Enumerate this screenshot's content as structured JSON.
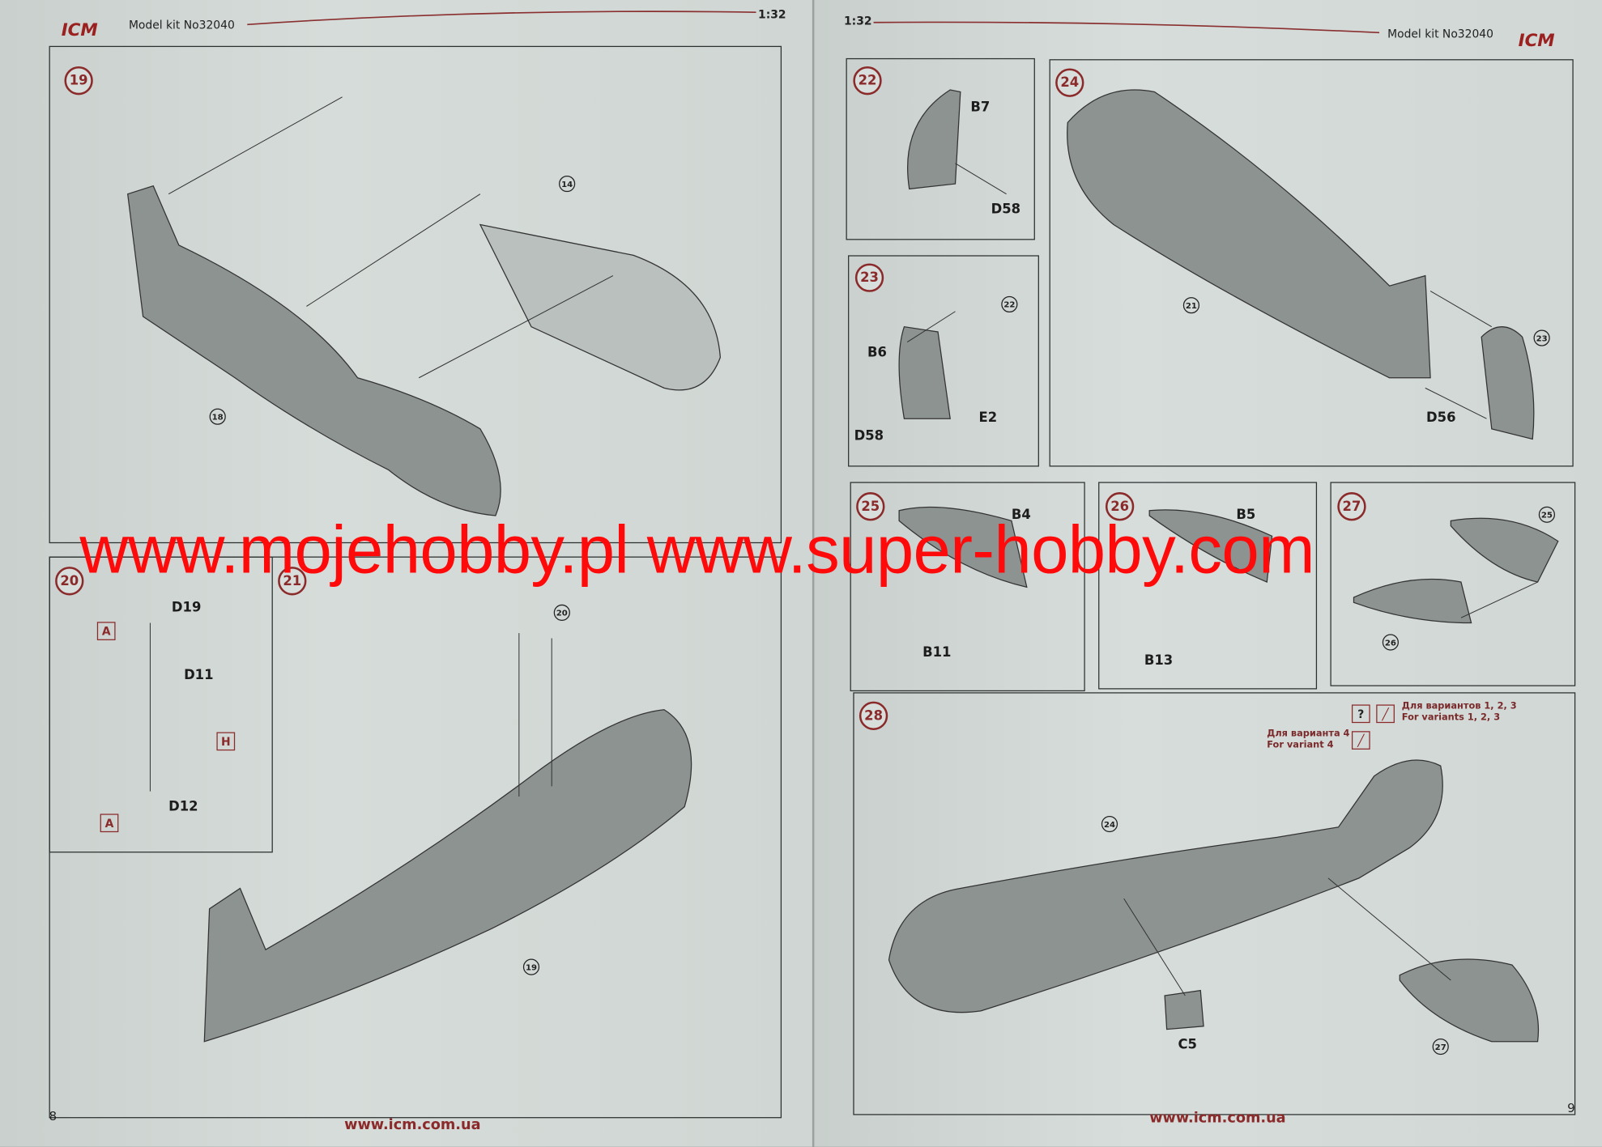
{
  "header": {
    "brand": "ICM",
    "kit_left": "Model kit No32040",
    "kit_right": "Model kit No32040",
    "scale_left": "1:32",
    "scale_right": "1:32"
  },
  "steps": [
    {
      "n": "19",
      "refs": [
        "14",
        "18"
      ],
      "parts": []
    },
    {
      "n": "20",
      "parts": [
        "D19",
        "D11",
        "D12"
      ],
      "markers": [
        "A",
        "H",
        "A"
      ]
    },
    {
      "n": "21",
      "refs": [
        "20",
        "19"
      ],
      "parts": []
    },
    {
      "n": "22",
      "parts": [
        "B7",
        "D58"
      ]
    },
    {
      "n": "23",
      "refs": [
        "22"
      ],
      "parts": [
        "B6",
        "D58",
        "E2"
      ]
    },
    {
      "n": "24",
      "refs": [
        "21",
        "23"
      ],
      "parts": [
        "D56"
      ]
    },
    {
      "n": "25",
      "parts": [
        "B4",
        "B11"
      ]
    },
    {
      "n": "26",
      "parts": [
        "B5",
        "B13"
      ]
    },
    {
      "n": "27",
      "refs": [
        "25",
        "26"
      ],
      "parts": []
    },
    {
      "n": "28",
      "refs": [
        "24",
        "27"
      ],
      "parts": [
        "C5"
      ],
      "markers": [
        "?"
      ],
      "notes": {
        "v123_ru": "Для вариантов 1, 2, 3",
        "v123_en": "For variants 1, 2, 3",
        "v4_ru": "Для варианта 4",
        "v4_en": "For variant 4"
      }
    }
  ],
  "footer": {
    "url_left": "www.icm.com.ua",
    "url_right": "www.icm.com.ua",
    "page_left": "8",
    "page_right": "9"
  },
  "watermark": "www.mojehobby.pl www.super-hobby.com",
  "colors": {
    "accent": "#8b2a2a",
    "watermark": "#ff0a0a",
    "paper": "#d3dad7"
  }
}
